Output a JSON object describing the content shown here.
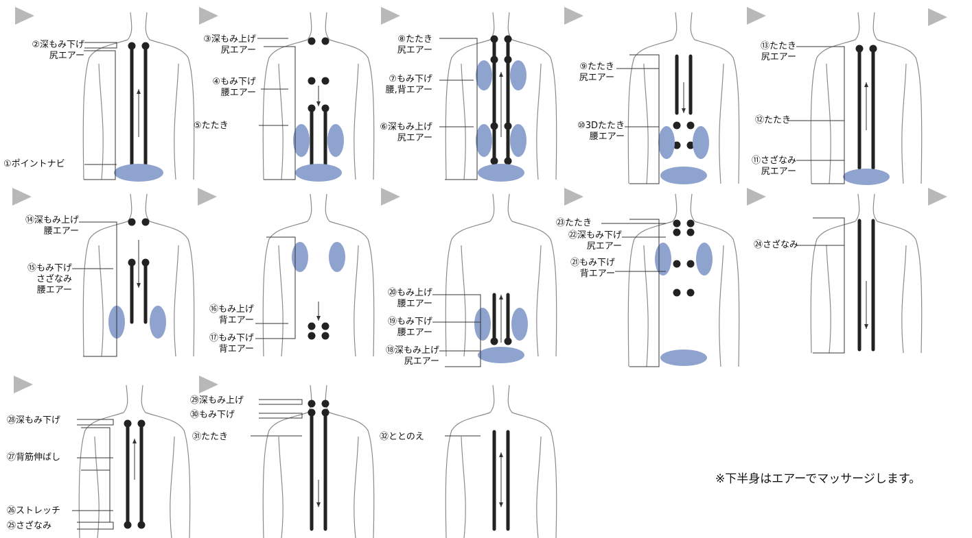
{
  "colors": {
    "stroke": "#8a8a8a",
    "rail": "#222222",
    "air": "#8fa3cf",
    "arrow": "#c9c9c9",
    "bracket": "#333333"
  },
  "icons": [
    "play-triangle-icon",
    "body-outline-icon",
    "roller-dot-icon",
    "air-bag-icon",
    "track-arrow-icon"
  ],
  "panels": [
    {
      "id": "p1",
      "labels": [
        {
          "text": "②深もみ下げ",
          "sub": "尻エアー"
        },
        {
          "text": "①ポイントナビ",
          "sub": ""
        }
      ]
    },
    {
      "id": "p2",
      "labels": [
        {
          "text": "③深もみ上げ",
          "sub": "尻エアー"
        },
        {
          "text": "④もみ下げ",
          "sub": "腰エアー"
        },
        {
          "text": "⑤たたき",
          "sub": ""
        }
      ]
    },
    {
      "id": "p3",
      "labels": [
        {
          "text": "⑧たたき",
          "sub": "尻エアー"
        },
        {
          "text": "⑦もみ下げ",
          "sub": "腰,背エアー"
        },
        {
          "text": "⑥深もみ上げ",
          "sub": "尻エアー"
        }
      ]
    },
    {
      "id": "p4",
      "labels": [
        {
          "text": "⑨たたき",
          "sub": "尻エアー"
        },
        {
          "text": "⑩3Dたたき",
          "sub": "腰エアー"
        }
      ]
    },
    {
      "id": "p5",
      "labels": [
        {
          "text": "⑬たたき",
          "sub": "尻エアー"
        },
        {
          "text": "⑫たたき",
          "sub": ""
        },
        {
          "text": "⑪さざなみ",
          "sub": "尻エアー"
        }
      ]
    },
    {
      "id": "p6",
      "labels": [
        {
          "text": "⑭深もみ上げ",
          "sub": "腰エアー"
        },
        {
          "text": "⑮もみ下げ",
          "sub": "さざなみ"
        }
      ]
    },
    {
      "id": "p7",
      "labels": [
        {
          "text": "⑯もみ上げ",
          "sub": "背エアー"
        },
        {
          "text": "⑰もみ下げ",
          "sub": "背エアー"
        }
      ]
    },
    {
      "id": "p8",
      "labels": [
        {
          "text": "⑳もみ上げ",
          "sub": "腰エアー"
        },
        {
          "text": "⑲もみ下げ",
          "sub": "腰エアー"
        },
        {
          "text": "⑱深もみ上げ",
          "sub": "尻エアー"
        }
      ]
    },
    {
      "id": "p9",
      "labels": [
        {
          "text": "㉓たたき",
          "sub": ""
        },
        {
          "text": "㉒深もみ下げ",
          "sub": "尻エアー"
        },
        {
          "text": "㉑もみ下げ",
          "sub": "背エアー"
        }
      ]
    },
    {
      "id": "p10",
      "labels": [
        {
          "text": "㉔さざなみ",
          "sub": ""
        }
      ]
    },
    {
      "id": "p11",
      "labels": [
        {
          "text": "㉘深もみ下げ",
          "sub": ""
        },
        {
          "text": "㉗背筋伸ばし",
          "sub": ""
        },
        {
          "text": "㉖ストレッチ",
          "sub": ""
        },
        {
          "text": "㉕さざなみ",
          "sub": ""
        }
      ]
    },
    {
      "id": "p12",
      "labels": [
        {
          "text": "㉙深もみ上げ",
          "sub": ""
        },
        {
          "text": "㉚もみ下げ",
          "sub": ""
        },
        {
          "text": "㉛たたき",
          "sub": ""
        }
      ]
    },
    {
      "id": "p13",
      "labels": [
        {
          "text": "㉜ととのえ",
          "sub": ""
        }
      ]
    }
  ],
  "p6_extra": "腰エアー",
  "note": "※下半身はエアーでマッサージします。"
}
